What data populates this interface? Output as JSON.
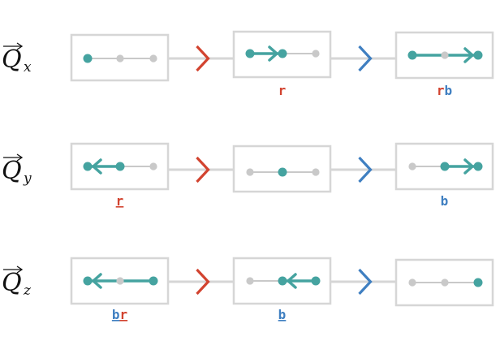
{
  "colors": {
    "teal": "#45a3a0",
    "gray_dot": "#c9c9c9",
    "box_border": "#d6d6d6",
    "connector": "#d6d6d6",
    "red": "#d2432f",
    "blue": "#3f7fc1"
  },
  "transitions": [
    "red",
    "blue"
  ],
  "rows": [
    {
      "label": "Q",
      "subscript": "x",
      "states": [
        {
          "active": 0,
          "move": null,
          "caption": []
        },
        {
          "active": 1,
          "move": {
            "from": 0,
            "to": 1
          },
          "caption": [
            {
              "text": "r",
              "color": "red",
              "underline": false
            }
          ]
        },
        {
          "active": 2,
          "move": {
            "from": 0,
            "to": 2
          },
          "caption": [
            {
              "text": "r",
              "color": "red",
              "underline": false
            },
            {
              "text": "b",
              "color": "blue",
              "underline": false
            }
          ]
        }
      ]
    },
    {
      "label": "Q",
      "subscript": "y",
      "states": [
        {
          "active": 0,
          "move": {
            "from": 1,
            "to": 0
          },
          "caption": [
            {
              "text": "r",
              "color": "red",
              "underline": true
            }
          ]
        },
        {
          "active": 1,
          "move": null,
          "caption": []
        },
        {
          "active": 2,
          "move": {
            "from": 1,
            "to": 2
          },
          "caption": [
            {
              "text": "b",
              "color": "blue",
              "underline": false
            }
          ]
        }
      ]
    },
    {
      "label": "Q",
      "subscript": "z",
      "states": [
        {
          "active": 0,
          "move": {
            "from": 2,
            "to": 0
          },
          "caption": [
            {
              "text": "b",
              "color": "blue",
              "underline": true
            },
            {
              "text": "r",
              "color": "red",
              "underline": true
            }
          ]
        },
        {
          "active": 1,
          "move": {
            "from": 2,
            "to": 1
          },
          "caption": [
            {
              "text": "b",
              "color": "blue",
              "underline": true
            }
          ]
        },
        {
          "active": 2,
          "move": null,
          "caption": []
        }
      ]
    }
  ]
}
